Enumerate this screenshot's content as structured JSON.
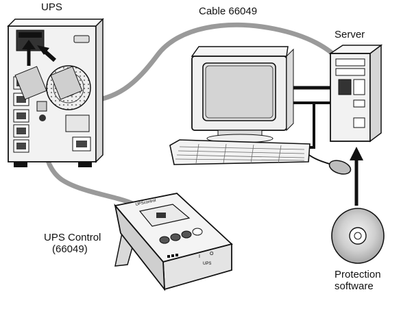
{
  "labels": {
    "ups": "UPS",
    "cable": "Cable 66049",
    "server": "Server",
    "ups_control_line1": "UPS Control",
    "ups_control_line2": "(66049)",
    "protection_line1": "Protection",
    "protection_line2": "software"
  },
  "device_text": {
    "control_brand": "UPScontrol",
    "control_mode": "UPS",
    "switch_on": "I",
    "switch_off": "O"
  }
}
